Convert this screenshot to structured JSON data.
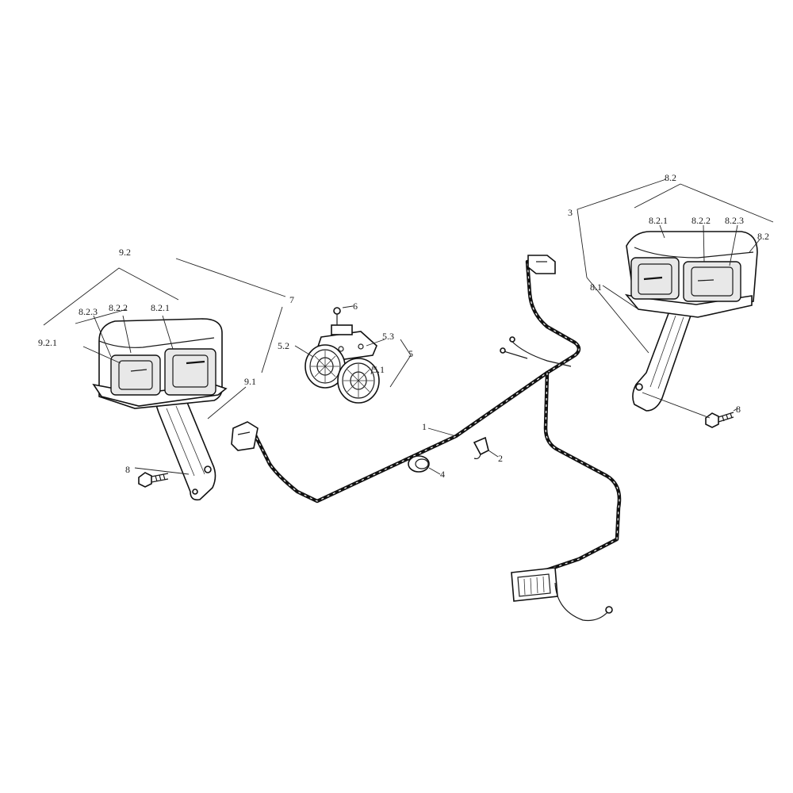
{
  "callouts": {
    "c1": "1",
    "c2": "2",
    "c3": "3",
    "c4": "4",
    "c5": "5",
    "c5_1": "5.1",
    "c5_2": "5.2",
    "c5_3": "5.3",
    "c6": "6",
    "c7": "7",
    "c8_left": "8",
    "c8_right": "8",
    "c8_1": "8.1",
    "c8_2": "8.2",
    "c8_2_1": "8.2.1",
    "c8_2_2": "8.2.2",
    "c8_2_3": "8.2.3",
    "c8_2_r": "8.2",
    "c9_1": "9.1",
    "c9_2": "9.2",
    "c9_2_1": "9.2.1",
    "c9_2_2": "8.2.2",
    "c9_2_3": "8.2.3",
    "c9_2_x": "8.2.1"
  }
}
